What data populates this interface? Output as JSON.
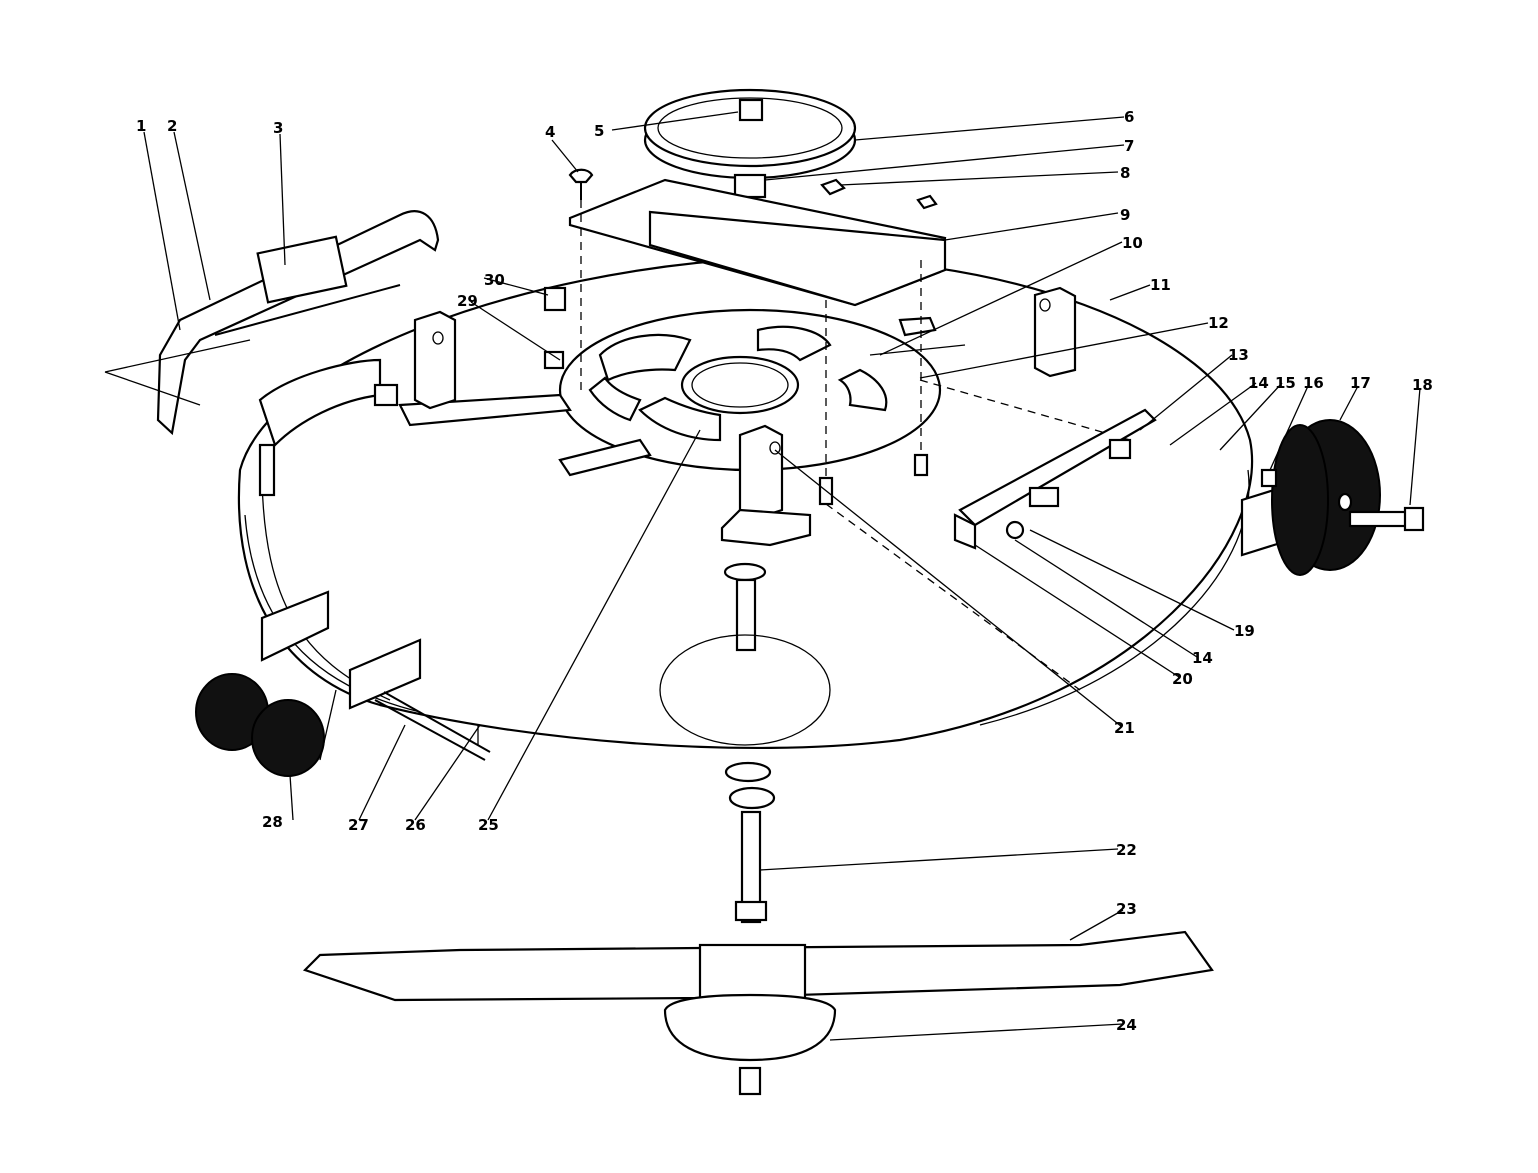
{
  "callouts": [
    "1",
    "2",
    "3",
    "4",
    "5",
    "6",
    "7",
    "8",
    "9",
    "10",
    "11",
    "12",
    "13",
    "14",
    "15",
    "16",
    "17",
    "18",
    "19",
    "14",
    "20",
    "21",
    "22",
    "23",
    "24",
    "25",
    "26",
    "27",
    "28",
    "29",
    "30"
  ]
}
